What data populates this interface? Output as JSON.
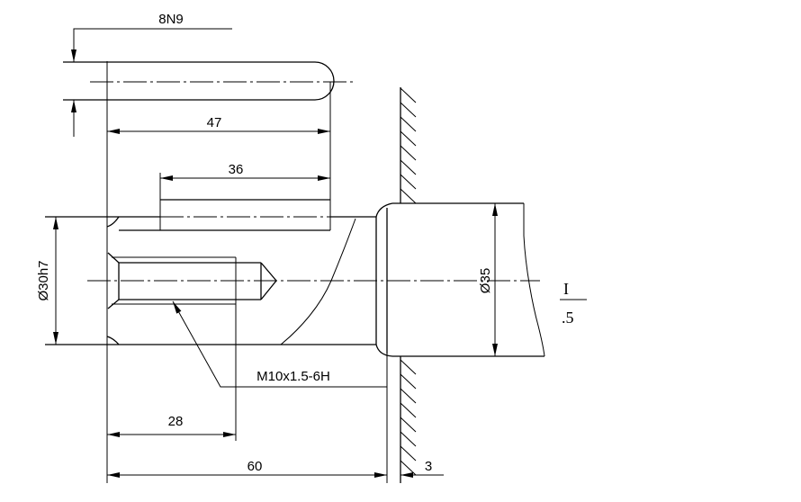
{
  "drawing": {
    "keyway_width_label": "8N9",
    "keyway_reach_label": "47",
    "keyway_length_label": "36",
    "shaft_diameter_label": "Ø30h7",
    "shoulder_diameter_label": "Ø35",
    "thread_label": "M10x1.5-6H",
    "thread_depth_label": "28",
    "overall_length_label": "60",
    "wall_gap_label": "3",
    "edge_text_top": "I",
    "edge_text_bottom": ".5"
  },
  "colors": {
    "line": "#000000",
    "background": "#ffffff"
  }
}
